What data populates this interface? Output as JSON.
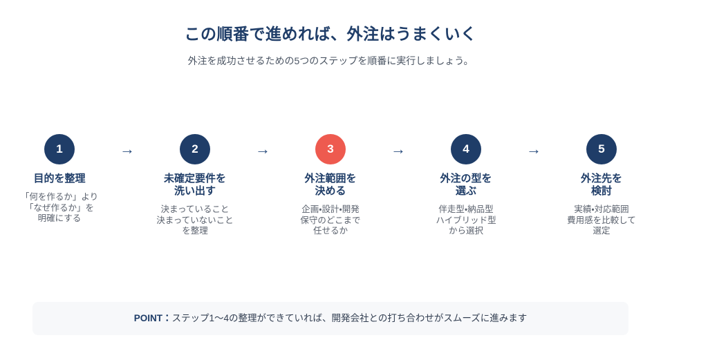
{
  "header": {
    "title": "この順番で進めれば、外注はうまくいく",
    "subtitle": "外注を成功させるための5つのステップを順番に実行しましょう。"
  },
  "arrow_glyph": "→",
  "steps": [
    {
      "number": "1",
      "title": "目的を整理",
      "desc": "「何を作るか」より\n「なぜ作るか」を\n明確にする"
    },
    {
      "number": "2",
      "title": "未確定要件を\n洗い出す",
      "desc": "決まっていること\n決まっていないこと\nを整理"
    },
    {
      "number": "3",
      "title": "外注範囲を\n決める",
      "desc": "企画・設計・開発\n保守のどこまで\n任せるか"
    },
    {
      "number": "4",
      "title": "外注の型を\n選ぶ",
      "desc": "伴走型・納品型\nハイブリッド型\nから選択"
    },
    {
      "number": "5",
      "title": "外注先を\n検討",
      "desc": "実績・対応範囲\n費用感を比較して\n選定"
    }
  ],
  "point": {
    "label": "POINT：",
    "text": "ステップ1〜4の整理ができていれば、開発会社との打ち合わせがスムーズに進みます"
  },
  "colors": {
    "navy": "#1f3d68",
    "accent-red": "#ee5a4f",
    "arrow-blue": "#2a4d7e",
    "text-gray": "#5a616d",
    "subtitle-gray": "#4b5563",
    "point-bg": "#f7f8fa",
    "point-text": "#333f52"
  }
}
